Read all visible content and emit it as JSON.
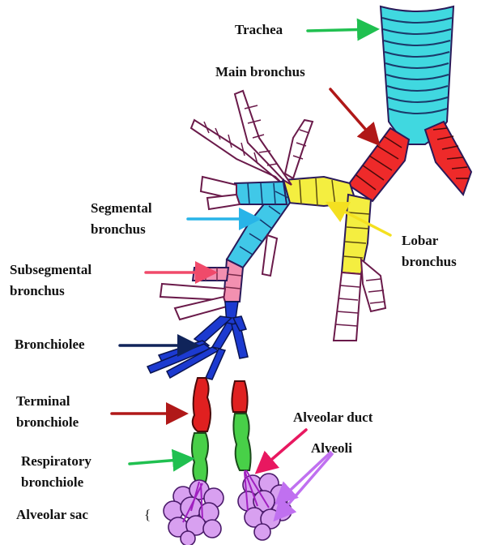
{
  "labels": {
    "trachea": "Trachea",
    "main_bronchus": "Main bronchus",
    "segmental_line1": "Segmental",
    "segmental_line2": "bronchus",
    "lobar_line1": "Lobar",
    "lobar_line2": "bronchus",
    "subsegmental_line1": "Subsegmental",
    "subsegmental_line2": "bronchus",
    "bronchiolee": "Bronchiolee",
    "terminal_line1": "Terminal",
    "terminal_line2": "bronchiole",
    "alveolar_duct": "Alveolar duct",
    "alveoli": "Alveoli",
    "respiratory_line1": "Respiratory",
    "respiratory_line2": "bronchiole",
    "alveolar_sac": "Alveolar sac",
    "brace": "{"
  },
  "colors": {
    "trachea": "#40d8e0",
    "main_bronchus": "#ee2a2a",
    "segmental": "#40c8e8",
    "lobar": "#f4ee40",
    "subsegmental": "#f290b0",
    "bronchiole": "#1c3ad0",
    "terminal": "#e02020",
    "respiratory": "#48d048",
    "alveoli": "#d8a0f0",
    "outline": "#3a1c6a",
    "arrow_trachea": "#20c050",
    "arrow_main": "#b01818",
    "arrow_segmental": "#28b4e8",
    "arrow_lobar": "#f4e020",
    "arrow_subsegmental": "#f04a6a",
    "arrow_bronchiole": "#10245a",
    "arrow_terminal": "#b01818",
    "arrow_duct": "#e81860",
    "arrow_alveoli": "#c070f0",
    "arrow_respiratory": "#20c050"
  }
}
